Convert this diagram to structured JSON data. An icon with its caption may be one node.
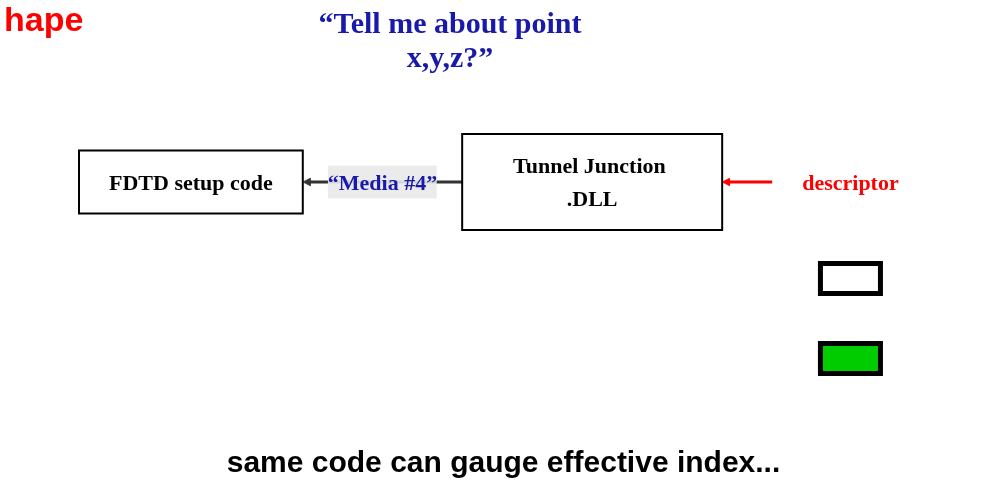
{
  "diagram": {
    "title": "hape",
    "nodes": [
      {
        "text": [
          "FDTD setup code"
        ]
      },
      {
        "text": [
          "Tunnel Junction .DLL"
        ]
      },
      {
        "text": [
          "descriptor"
        ]
      },
      {
        "text": [],
        "shape": "box"
      },
      {
        "text": [],
        "shape": "box"
      }
    ],
    "edges": [
      {
        "from": 1,
        "to": 0,
        "arrow": "to",
        "label": "“Media #4”"
      },
      {
        "from": 2,
        "to": 1,
        "arrow": "to",
        "color": "#ff0000"
      }
    ],
    "labels": [
      "“Tell me about point x,y,z?”"
    ],
    "caption": "same code can gauge effective index..."
  }
}
